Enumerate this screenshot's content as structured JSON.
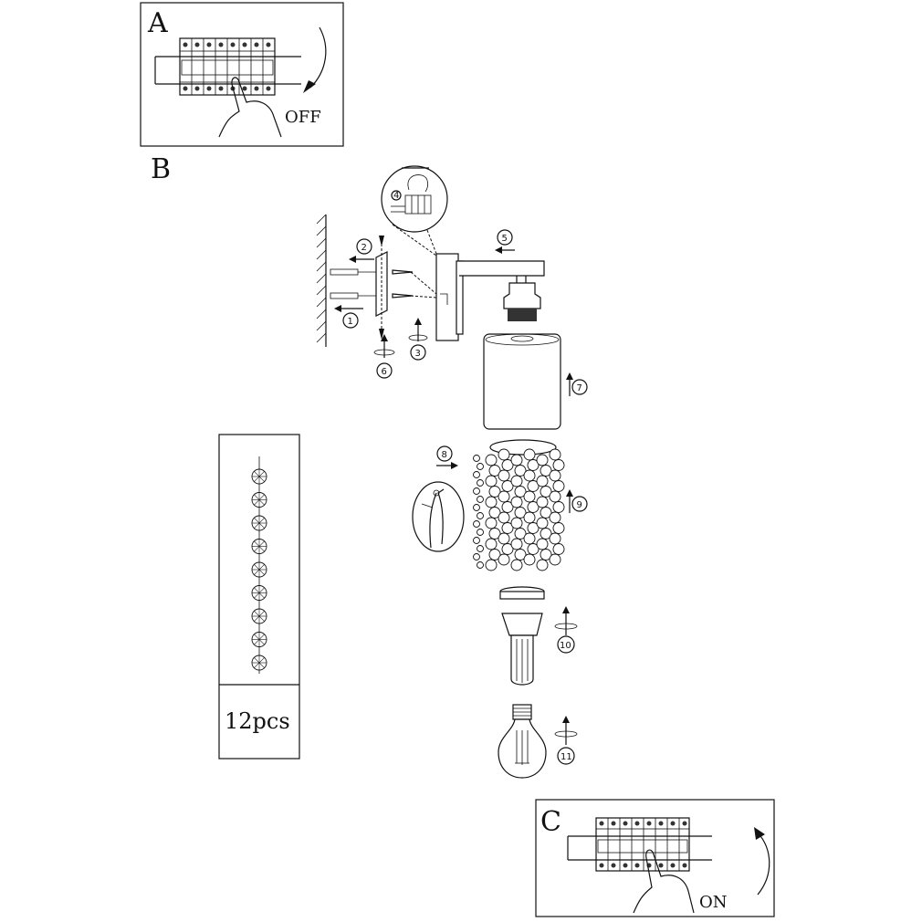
{
  "panels": {
    "a": {
      "letter": "A",
      "action": "OFF"
    },
    "b": {
      "letter": "B"
    },
    "c": {
      "letter": "C",
      "action": "ON"
    }
  },
  "steps": [
    "1",
    "2",
    "3",
    "4",
    "5",
    "6",
    "7",
    "8",
    "9",
    "10",
    "11"
  ],
  "crystal_box": {
    "count_label": "12pcs"
  }
}
